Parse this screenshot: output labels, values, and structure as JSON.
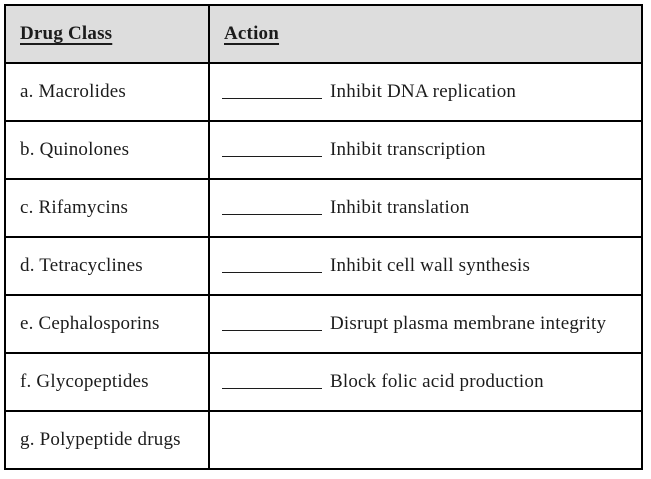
{
  "colors": {
    "header_bg": "#dddddd",
    "border": "#000000",
    "text": "#1c1c1c"
  },
  "table": {
    "headers": {
      "drug_class": "Drug Class",
      "action": "Action"
    },
    "rows": [
      {
        "drug_class": "a. Macrolides",
        "action": "Inhibit DNA replication"
      },
      {
        "drug_class": "b. Quinolones",
        "action": "Inhibit transcription"
      },
      {
        "drug_class": "c. Rifamycins",
        "action": "Inhibit translation"
      },
      {
        "drug_class": "d. Tetracyclines",
        "action": "Inhibit cell wall synthesis"
      },
      {
        "drug_class": "e. Cephalosporins",
        "action": "Disrupt plasma membrane integrity"
      },
      {
        "drug_class": "f. Glycopeptides",
        "action": "Block folic acid production"
      },
      {
        "drug_class": "g. Polypeptide drugs",
        "action": ""
      }
    ]
  }
}
